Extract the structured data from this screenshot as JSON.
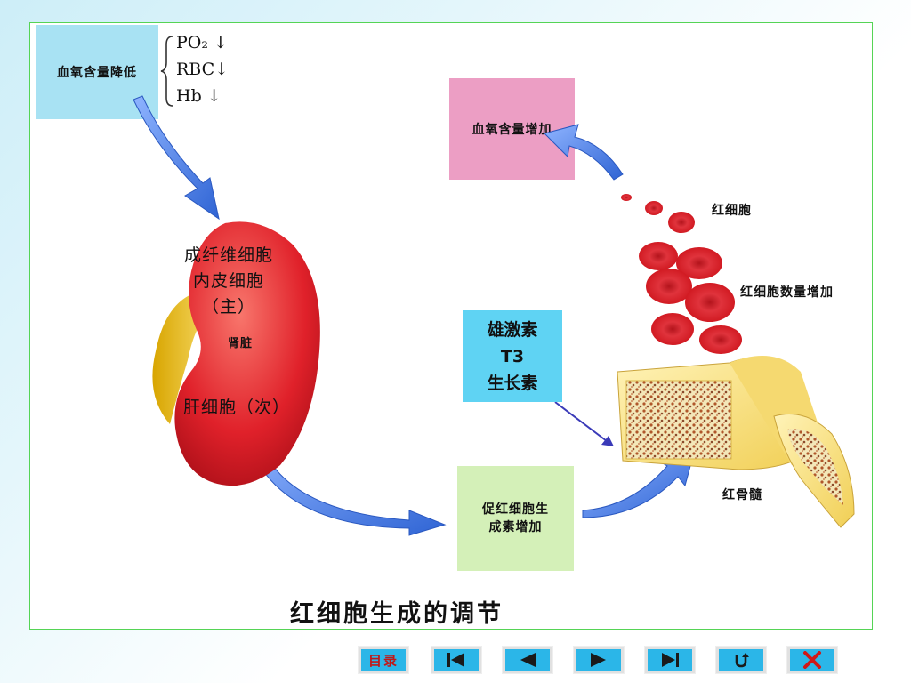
{
  "diagram": {
    "title": "红细胞生成的调节",
    "blood_oxygen_decrease": "血氧含量降低",
    "indicators": [
      "PO₂",
      "RBC",
      "Hb"
    ],
    "indicator_arrow": "↓",
    "blood_oxygen_increase": "血氧含量增加",
    "kidney_cells": [
      "成纤维细胞",
      "内皮细胞",
      "（主）"
    ],
    "kidney": "肾脏",
    "liver_cells": "肝细胞（次）",
    "red_blood_cells": "红细胞",
    "rbc_increase": "红细胞数量增加",
    "hormones": [
      "雄激素",
      "T3",
      "生长素"
    ],
    "epo_increase": [
      "促红细胞生",
      "成素增加"
    ],
    "red_bone_marrow": "红骨髓"
  },
  "colors": {
    "box_blue": "#a8e2f3",
    "box_pink": "#ec9ec4",
    "box_green": "#d4f0b8",
    "box_cyan": "#5fd3f3",
    "arrow_blue": "#3e74d8",
    "kidney_red": "#e0212a",
    "frame_green": "#55d455"
  },
  "nav": {
    "contents_label": "目录",
    "first_icon": "first-slide-icon",
    "prev_icon": "previous-slide-icon",
    "next_icon": "next-slide-icon",
    "last_icon": "last-slide-icon",
    "return_icon": "return-icon",
    "close_icon": "close-icon"
  }
}
